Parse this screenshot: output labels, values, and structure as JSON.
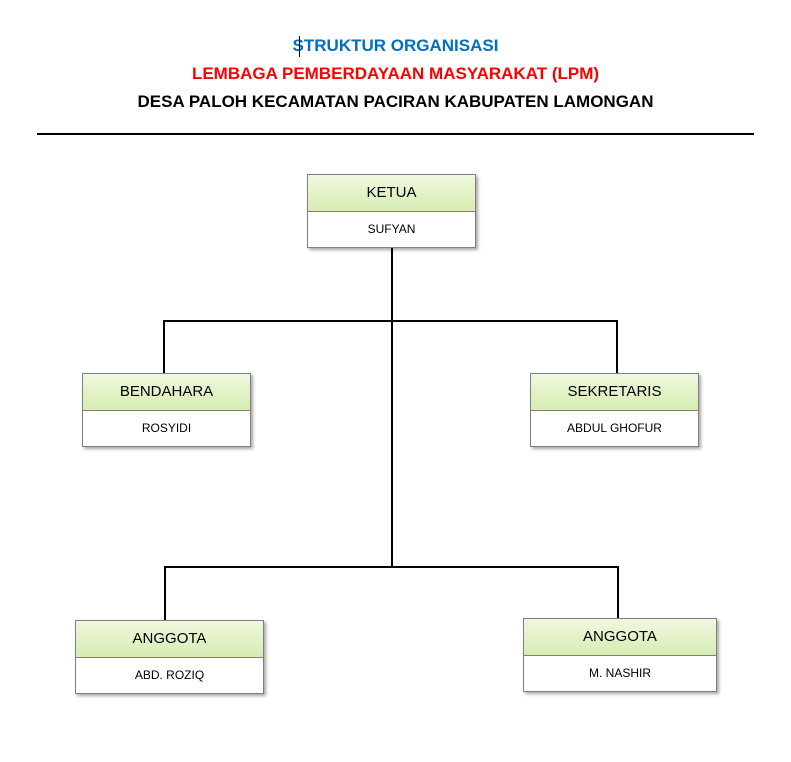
{
  "header": {
    "line1": "STRUKTUR ORGANISASI",
    "line2": "LEMBAGA PEMBERDAYAAN MASYARAKAT (LPM)",
    "line3": "DESA PALOH KECAMATAN PACIRAN KABUPATEN LAMONGAN",
    "colors": {
      "line1": "#0070c0",
      "line2": "#ff0000",
      "line3": "#000000"
    }
  },
  "nodes": {
    "ketua": {
      "role": "KETUA",
      "name": "SUFYAN"
    },
    "bendahara": {
      "role": "BENDAHARA",
      "name": "ROSYIDI"
    },
    "sekretaris": {
      "role": "SEKRETARIS",
      "name": "ABDUL GHOFUR"
    },
    "anggota1": {
      "role": "ANGGOTA",
      "name": "ABD. ROZIQ"
    },
    "anggota2": {
      "role": "ANGGOTA",
      "name": "M. NASHIR"
    }
  },
  "colors": {
    "role_fill_top": "#eff8df",
    "role_fill_bottom": "#d7ecb2",
    "connector": "#000000"
  }
}
